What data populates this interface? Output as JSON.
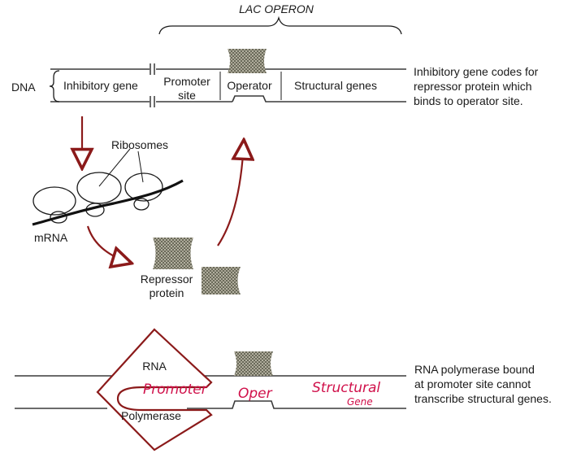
{
  "header": {
    "title": "LAC OPERON"
  },
  "dna": {
    "label": "DNA",
    "inhibitory_gene": "Inhibitory gene",
    "promoter_line1": "Promoter",
    "promoter_line2": "site",
    "operator": "Operator",
    "structural_genes": "Structural genes"
  },
  "note_top": {
    "line1": "Inhibitory gene codes for",
    "line2": "repressor protein which",
    "line3": "binds to operator site."
  },
  "translation": {
    "ribosomes": "Ribosomes",
    "mrna": "mRNA",
    "repressor_line1": "Repressor",
    "repressor_line2": "protein"
  },
  "bottom": {
    "rna": "RNA",
    "polymerase": "Polymerase",
    "hand_promoter": "Promoter",
    "hand_oper": "Oper",
    "hand_structural_line1": "Structural",
    "hand_structural_line2": "Gene"
  },
  "note_bottom": {
    "line1": "RNA polymerase bound",
    "line2": "at promoter site cannot",
    "line3": "transcribe structural genes."
  },
  "colors": {
    "arrow": "#8b1a1a",
    "handwriting": "#d0104a",
    "dna_top": "#3a3a3a",
    "dna_bottom": "#3a3a3a"
  }
}
